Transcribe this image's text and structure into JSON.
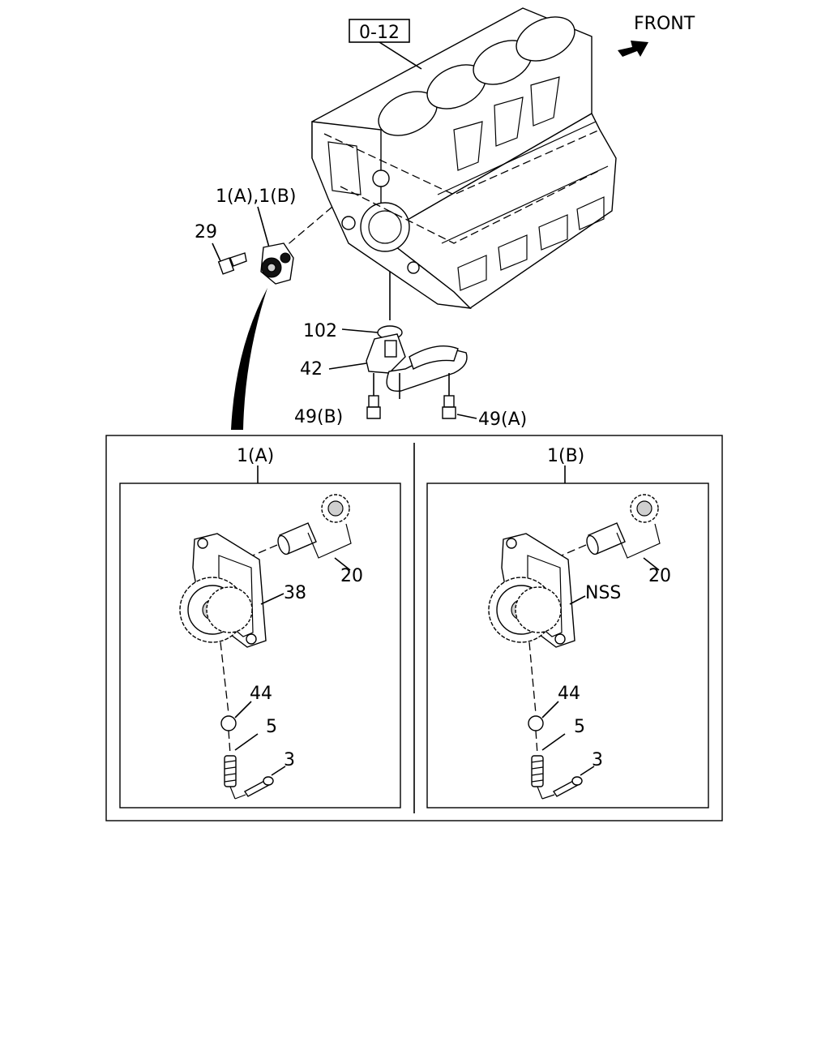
{
  "reference_box": "0-12",
  "front_label": "FRONT",
  "callouts": {
    "pump_assembly": "1(A),1(B)",
    "bolt_29": "29",
    "o_ring_102": "102",
    "strainer_42": "42",
    "bolt_49b": "49(B)",
    "bolt_49a": "49(A)"
  },
  "panels": [
    {
      "title": "1(A)",
      "labels": {
        "gear": "20",
        "body": "38",
        "ball": "44",
        "spring": "5",
        "pin": "3"
      }
    },
    {
      "title": "1(B)",
      "labels": {
        "gear": "20",
        "body": "NSS",
        "ball": "44",
        "spring": "5",
        "pin": "3"
      }
    }
  ]
}
